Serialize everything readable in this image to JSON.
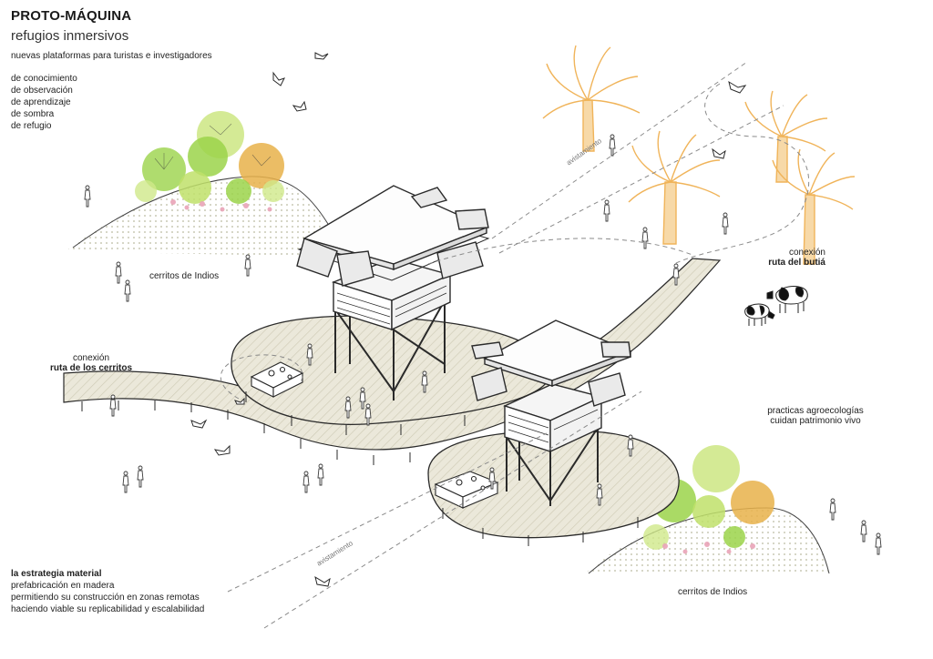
{
  "header": {
    "title": "PROTO-MÁQUINA",
    "subtitle": "refugios inmersivos",
    "intro": "nuevas plataformas para turistas e investigadores"
  },
  "purposes": [
    "de conocimiento",
    "de observación",
    "de aprendizaje",
    "de sombra",
    "de refugio"
  ],
  "labels": {
    "mound_left": "cerritos de Indios",
    "mound_right": "cerritos de Indios",
    "connection_left_top": "conexión",
    "connection_left_bold": "ruta de los cerritos",
    "connection_right_top": "conexión",
    "connection_right_bold": "ruta del butiá",
    "agro_line1": "practicas agroecologías",
    "agro_line2": "cuidan patrimonio vivo",
    "sighting_upper": "avistamiento",
    "sighting_lower": "avistamiento"
  },
  "strategy": {
    "heading": "la estrategia material",
    "lines": [
      "prefabricación en madera",
      "permitiendo su construcción en zonas remotas",
      "haciendo viable su replicabilidad y escalabilidad"
    ]
  },
  "colors": {
    "ink": "#2a2a2a",
    "deck": "#ebe8da",
    "ground_dots": "#c9c9b5",
    "foliage_green": "#9bd34a",
    "foliage_light": "#cfe88a",
    "foliage_orange": "#e8b24a",
    "palm_orange": "#f0b45a",
    "flower_pink": "#e9a4b8"
  }
}
